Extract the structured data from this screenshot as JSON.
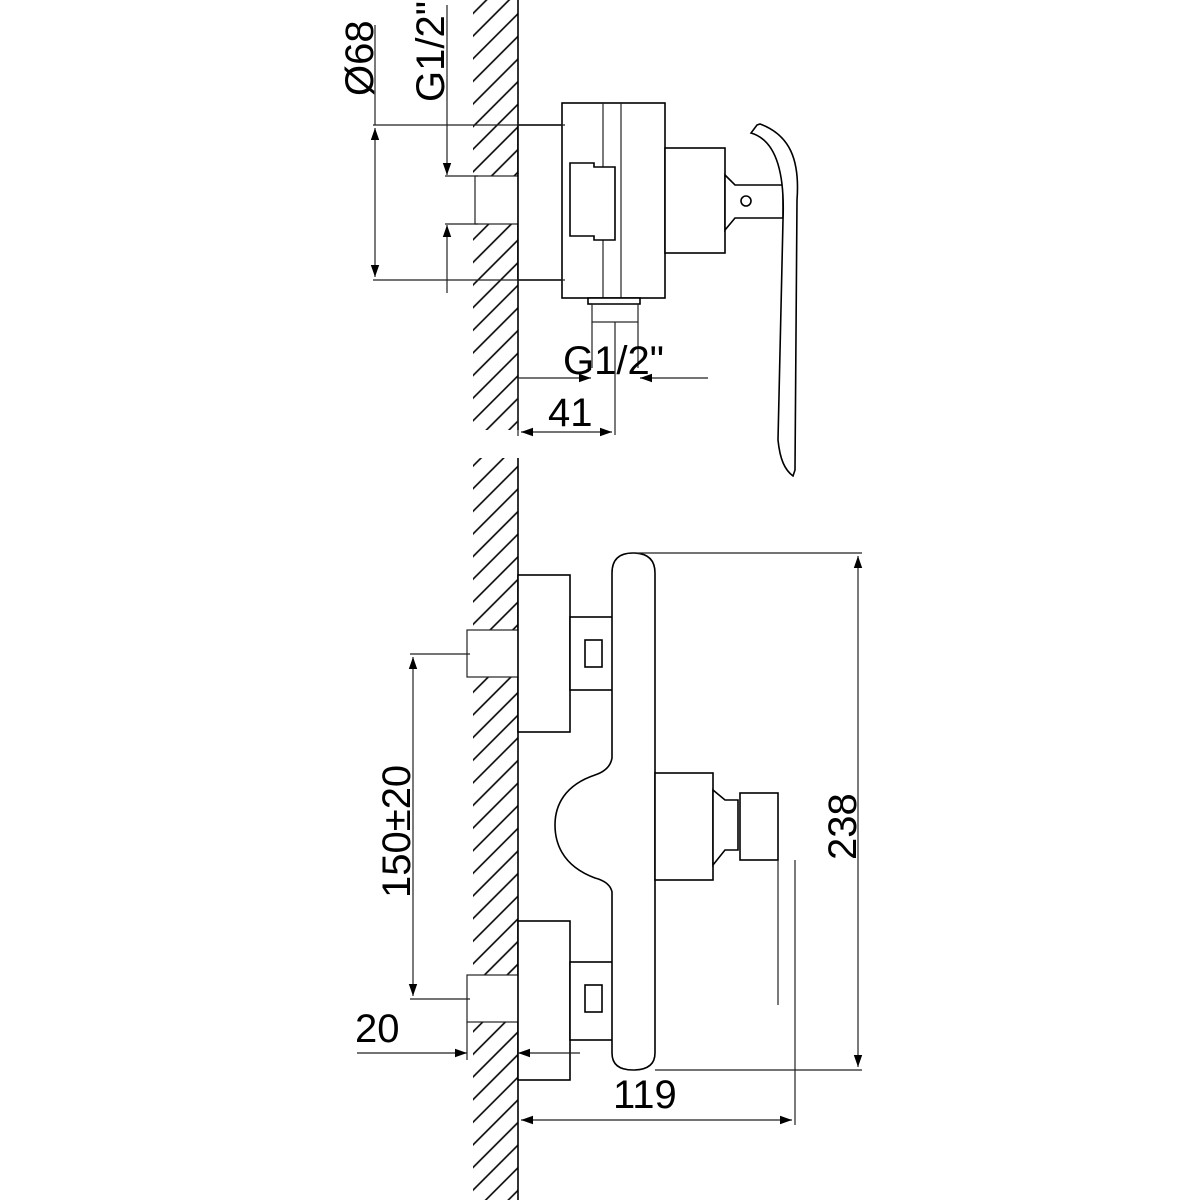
{
  "title": "Shower mixer dimension drawing",
  "side_view": {
    "diameter_label": "Ø68",
    "inlet_thread_label": "G1/2\"",
    "outlet_thread_label": "G1/2\"",
    "depth_label": "41"
  },
  "front_view": {
    "height_label": "238",
    "inlet_spacing_label": "150±20",
    "thread_length_label": "20",
    "projection_label": "119"
  },
  "colors": {
    "line": "#000000",
    "background": "#ffffff"
  }
}
